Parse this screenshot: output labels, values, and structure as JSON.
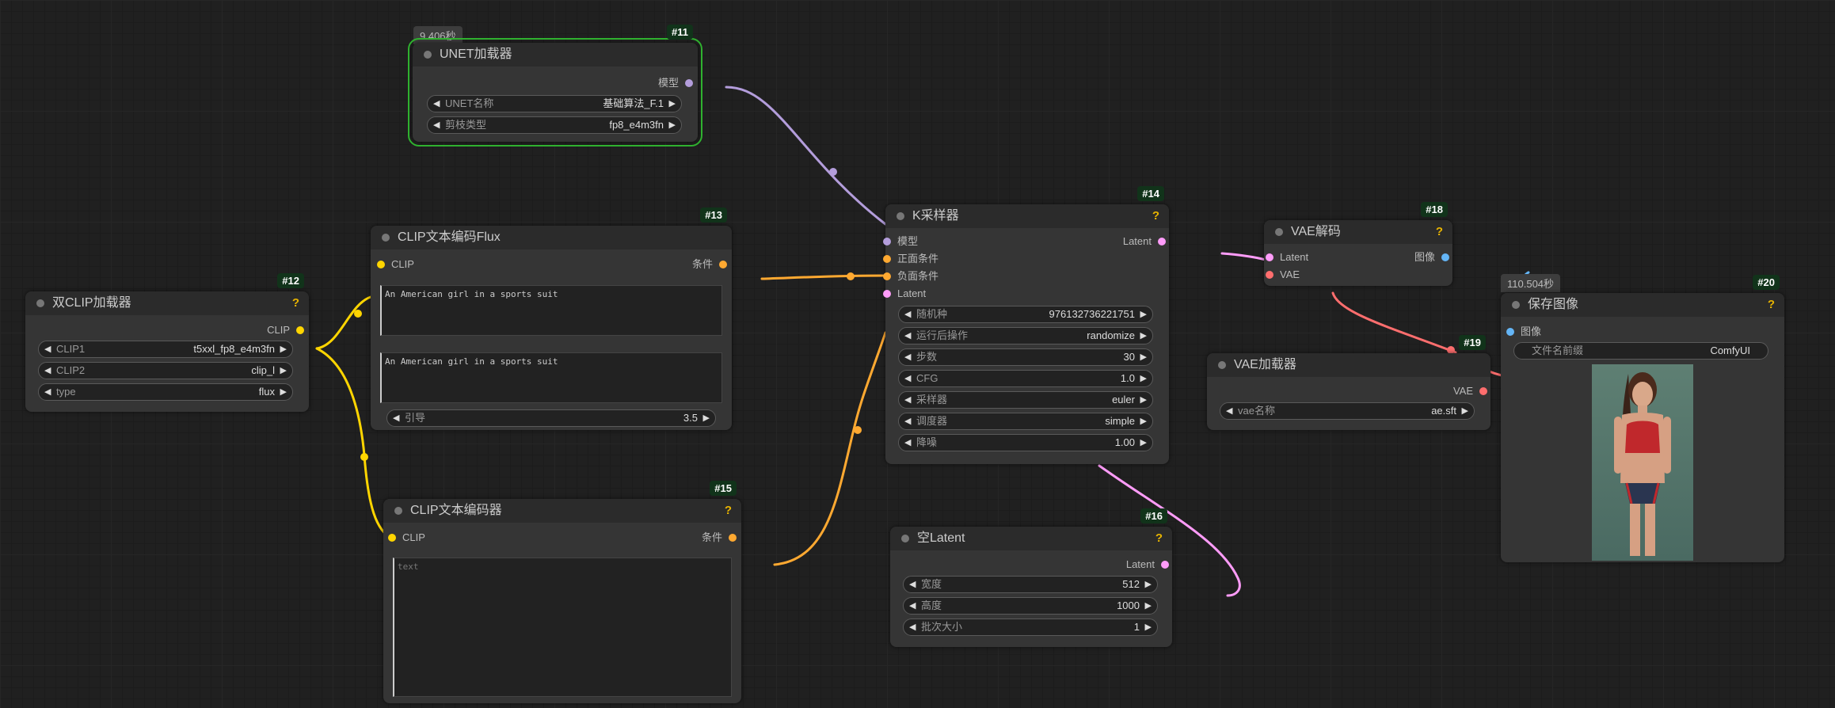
{
  "colors": {
    "model": "#b39ddb",
    "clip": "#ffd500",
    "conditioning": "#ffa931",
    "latent": "#ff9cf9",
    "vae": "#ff6e6e",
    "image": "#64b5f6",
    "run_outline": "#2fb12f"
  },
  "nodes": {
    "unet": {
      "id": "#11",
      "time": "9.406秒",
      "title": "UNET加载器",
      "output": "模型",
      "widgets": [
        {
          "label": "UNET名称",
          "value": "基础算法_F.1"
        },
        {
          "label": "剪枝类型",
          "value": "fp8_e4m3fn"
        }
      ]
    },
    "dualclip": {
      "id": "#12",
      "title": "双CLIP加载器",
      "help": "?",
      "output": "CLIP",
      "widgets": [
        {
          "label": "CLIP1",
          "value": "t5xxl_fp8_e4m3fn"
        },
        {
          "label": "CLIP2",
          "value": "clip_l"
        },
        {
          "label": "type",
          "value": "flux"
        }
      ]
    },
    "clipflux": {
      "id": "#13",
      "title": "CLIP文本编码Flux",
      "input": "CLIP",
      "output": "条件",
      "text1": "An American girl in a sports suit",
      "text2": "An American girl in a sports suit",
      "widget": {
        "label": "引导",
        "value": "3.5"
      }
    },
    "ksampler": {
      "id": "#14",
      "title": "K采样器",
      "help": "?",
      "inputs": [
        "模型",
        "正面条件",
        "负面条件",
        "Latent"
      ],
      "output": "Latent",
      "widgets": [
        {
          "label": "随机种",
          "value": "976132736221751"
        },
        {
          "label": "运行后操作",
          "value": "randomize"
        },
        {
          "label": "步数",
          "value": "30"
        },
        {
          "label": "CFG",
          "value": "1.0"
        },
        {
          "label": "采样器",
          "value": "euler"
        },
        {
          "label": "调度器",
          "value": "simple"
        },
        {
          "label": "降噪",
          "value": "1.00"
        }
      ]
    },
    "clipenc": {
      "id": "#15",
      "title": "CLIP文本编码器",
      "help": "?",
      "input": "CLIP",
      "output": "条件",
      "placeholder": "text"
    },
    "emptylatent": {
      "id": "#16",
      "title": "空Latent",
      "help": "?",
      "output": "Latent",
      "widgets": [
        {
          "label": "宽度",
          "value": "512"
        },
        {
          "label": "高度",
          "value": "1000"
        },
        {
          "label": "批次大小",
          "value": "1"
        }
      ]
    },
    "vaedecode": {
      "id": "#18",
      "title": "VAE解码",
      "help": "?",
      "inputs": [
        "Latent",
        "VAE"
      ],
      "output": "图像"
    },
    "vaeloader": {
      "id": "#19",
      "title": "VAE加载器",
      "output": "VAE",
      "widget": {
        "label": "vae名称",
        "value": "ae.sft"
      }
    },
    "saveimage": {
      "id": "#20",
      "time": "110.504秒",
      "title": "保存图像",
      "help": "?",
      "input": "图像",
      "widget": {
        "label": "文件名前缀",
        "value": "ComfyUI"
      }
    }
  }
}
